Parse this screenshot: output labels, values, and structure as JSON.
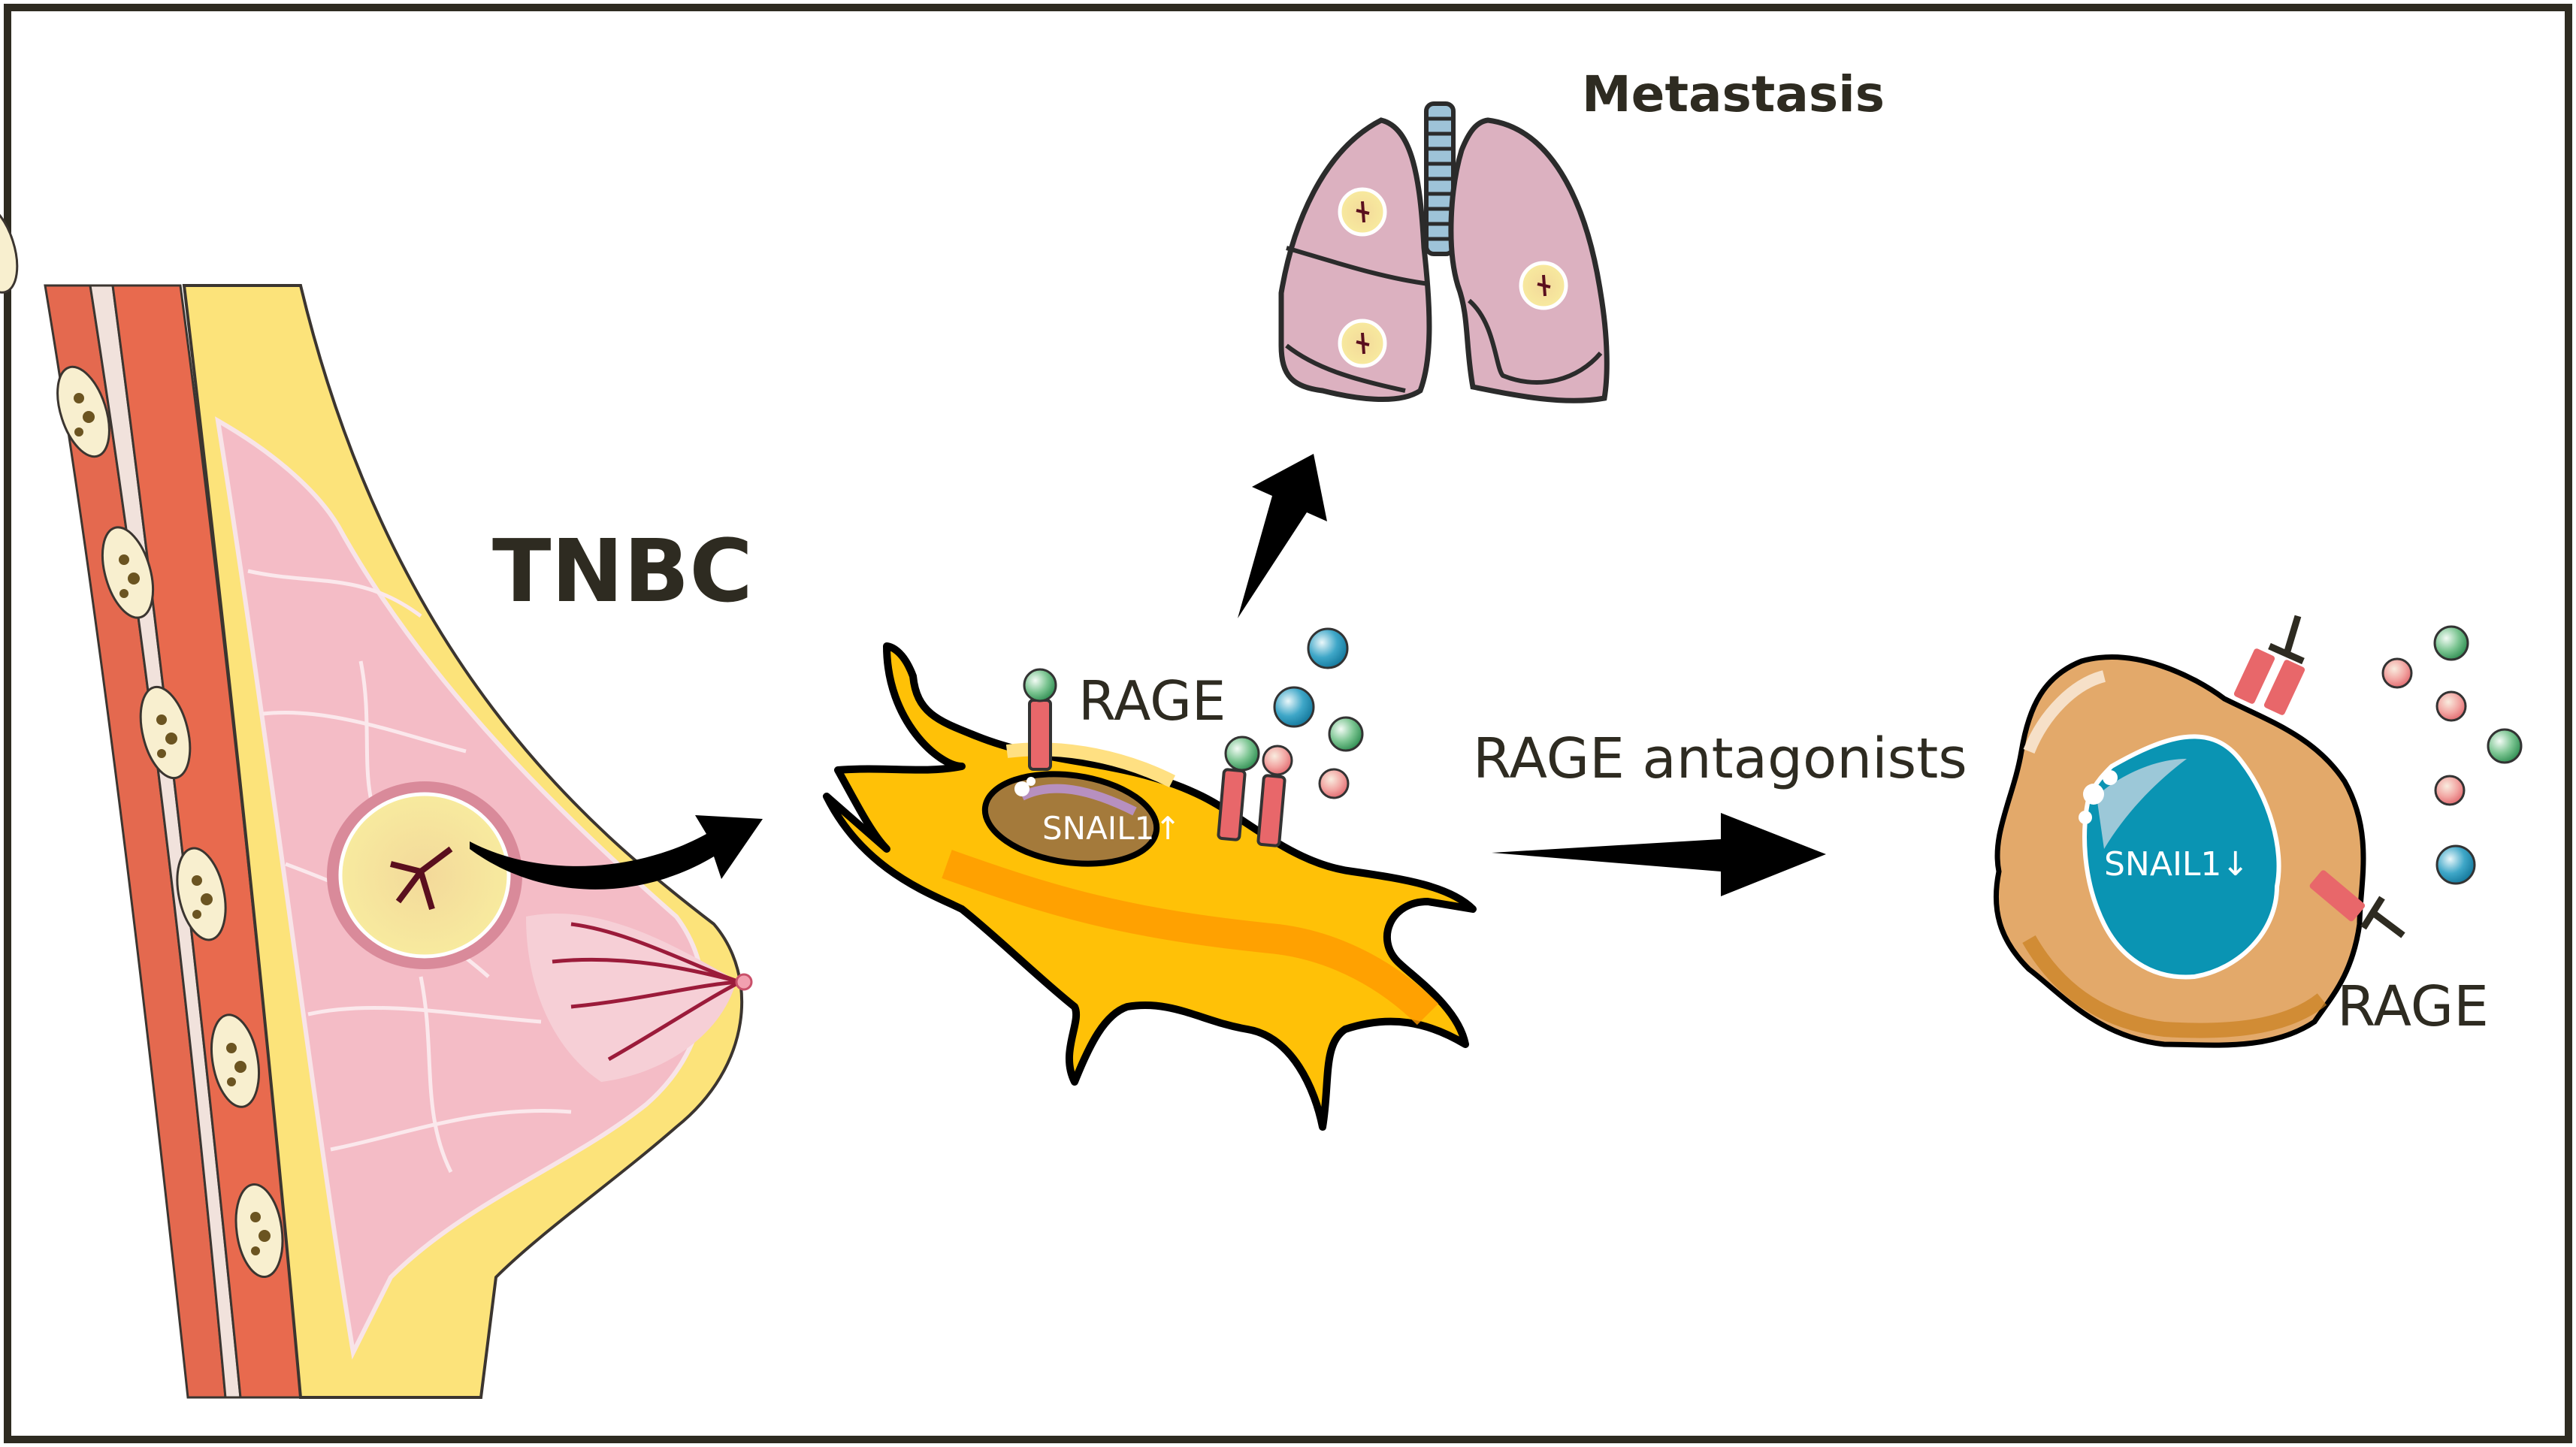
{
  "figure": {
    "type": "graphical-abstract",
    "border_color": "#2e2b21",
    "background": "#ffffff"
  },
  "labels": {
    "tnbc": "TNBC",
    "metastasis": "Metastasis",
    "rage_top": "RAGE",
    "rage_antagonists": "RAGE antagonists",
    "rage_bottom": "RAGE",
    "snail_up": "SNAIL1↑",
    "snail_down": "SNAIL1↓"
  },
  "panels": [
    {
      "id": "breast",
      "description": "Breast cross-section with tumor (TNBC)"
    },
    {
      "id": "mesenchymal-cell",
      "description": "Mesenchymal tumor cell with RAGE receptors bound by ligands, SNAIL1 upregulated"
    },
    {
      "id": "lungs",
      "description": "Lungs with metastatic nodules"
    },
    {
      "id": "treated-cell",
      "description": "Epithelial-like cell with RAGE blocked by antagonists, SNAIL1 downregulated"
    }
  ],
  "colors": {
    "text": "#2e2b21",
    "arrow": "#000000",
    "muscle": "#e4694f",
    "fat": "#fce37a",
    "gland": "#f4bcc6",
    "tumor": "#f6e79a",
    "lung": "#dcb1c0",
    "trachea": "#9ec3d8",
    "mesenchymal_cell": "#ffc107",
    "mesenchymal_nucleus": "#a47a3b",
    "receptor": "#e8676a",
    "ligand_green": "#4fae73",
    "ligand_blue": "#1f8bb0",
    "ligand_pink": "#f0a0a0",
    "treated_cell": "#e3a96a",
    "treated_nucleus": "#0a94b3"
  }
}
